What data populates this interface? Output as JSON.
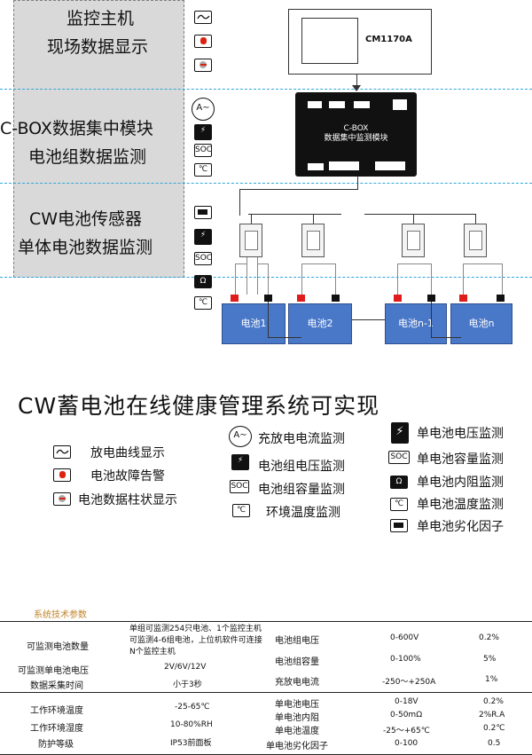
{
  "levels": {
    "top": {
      "line1": "监控主机",
      "line2": "现场数据显示"
    },
    "middle": {
      "line1": "C-BOX数据集中模块",
      "line2": "电池组数据监测"
    },
    "bottom": {
      "line1": "CW电池传感器",
      "line2": "单体电池数据监测"
    }
  },
  "level_icons": {
    "soc": "SOC",
    "temp": "℃",
    "ohm": "Ω"
  },
  "monitor": {
    "label": "CM1170A"
  },
  "cbox": {
    "line1": "C-BOX",
    "line2": "数据集中监测模块"
  },
  "batteries": [
    {
      "label": "电池1"
    },
    {
      "label": "电池2"
    },
    {
      "label": "电池n-1"
    },
    {
      "label": "电池n"
    }
  ],
  "terminal_signs": {
    "pos": "+",
    "neg": "-"
  },
  "title": "CW蓄电池在线健康管理系统可实现",
  "legend": {
    "col1": [
      "放电曲线显示",
      "电池故障告警",
      "电池数据柱状显示"
    ],
    "col2": [
      "充放电电流监测",
      "电池组电压监测",
      "电池组容量监测",
      "环境温度监测"
    ],
    "col3": [
      "单电池电压监测",
      "单电池容量监测",
      "单电池内阻监测",
      "单电池温度监测",
      "单电池劣化因子"
    ]
  },
  "specs": {
    "header": "系统技术参数",
    "left": {
      "row1_label": "可监测电池数量",
      "row1_value": "单组可监测254只电池、1个监控主机可监测4-6组电池，上位机软件可连接N个监控主机",
      "row2_label": "可监测单电池电压",
      "row2_value": "2V/6V/12V",
      "row3_label": "数据采集时间",
      "row3_value": "小于3秒",
      "row4_label": "工作环境温度",
      "row4_value": "-25-65℃",
      "row5_label": "工作环境湿度",
      "row5_value": "10-80%RH",
      "row6_label": "防护等级",
      "row6_value": "IP53前面板"
    },
    "right": [
      {
        "label": "电池组电压",
        "range": "0-600V",
        "accuracy": "0.2%"
      },
      {
        "label": "电池组容量",
        "range": "0-100%",
        "accuracy": "5%"
      },
      {
        "label": "充放电电流",
        "range": "-250～+250A",
        "accuracy": "1%"
      },
      {
        "label": "单电池电压",
        "range": "0-18V",
        "accuracy": "0.2%"
      },
      {
        "label": "单电池内阻",
        "range": "0-50mΩ",
        "accuracy": "2%R.A"
      },
      {
        "label": "单电池温度",
        "range": "-25～+65℃",
        "accuracy": "0.2℃"
      },
      {
        "label": "单电池劣化因子",
        "range": "0-100",
        "accuracy": "0.5"
      }
    ]
  },
  "colors": {
    "battery": "#4a78c8",
    "dash": "#2fa7d8",
    "panel": "#d9d9d9",
    "positive": "#e01b1b",
    "spec_header": "#c0852a"
  }
}
